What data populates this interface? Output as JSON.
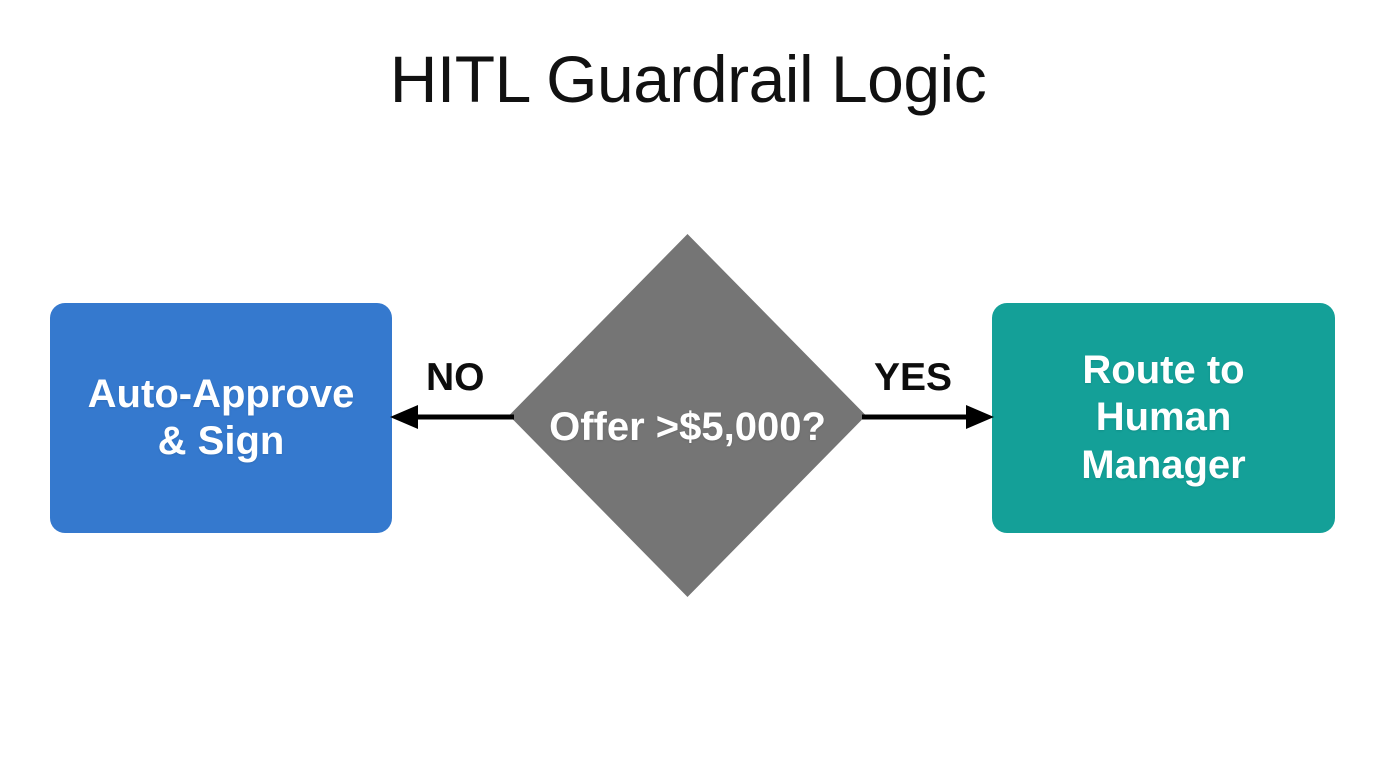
{
  "diagram": {
    "title": "HITL Guardrail Logic",
    "type": "flowchart",
    "background_color": "#ffffff",
    "nodes": [
      {
        "id": "auto-approve",
        "shape": "rounded-rectangle",
        "label": "Auto-Approve\n& Sign",
        "line1": "Auto-Approve",
        "line2": "& Sign",
        "fill_color": "#3579ce",
        "text_color": "#ffffff"
      },
      {
        "id": "decision",
        "shape": "diamond",
        "label": "Offer >\n$5,000?",
        "line1": "Offer >",
        "line2": "$5,000?",
        "fill_color": "#757575",
        "text_color": "#ffffff"
      },
      {
        "id": "route-human",
        "shape": "rounded-rectangle",
        "label": "Route to\nHuman\nManager",
        "line1": "Route to",
        "line2": "Human",
        "line3": "Manager",
        "fill_color": "#14a098",
        "text_color": "#ffffff"
      }
    ],
    "edges": [
      {
        "id": "edge-no",
        "from": "decision",
        "to": "auto-approve",
        "label": "NO",
        "direction": "left",
        "color": "#000000"
      },
      {
        "id": "edge-yes",
        "from": "decision",
        "to": "route-human",
        "label": "YES",
        "direction": "right",
        "color": "#000000"
      }
    ]
  }
}
